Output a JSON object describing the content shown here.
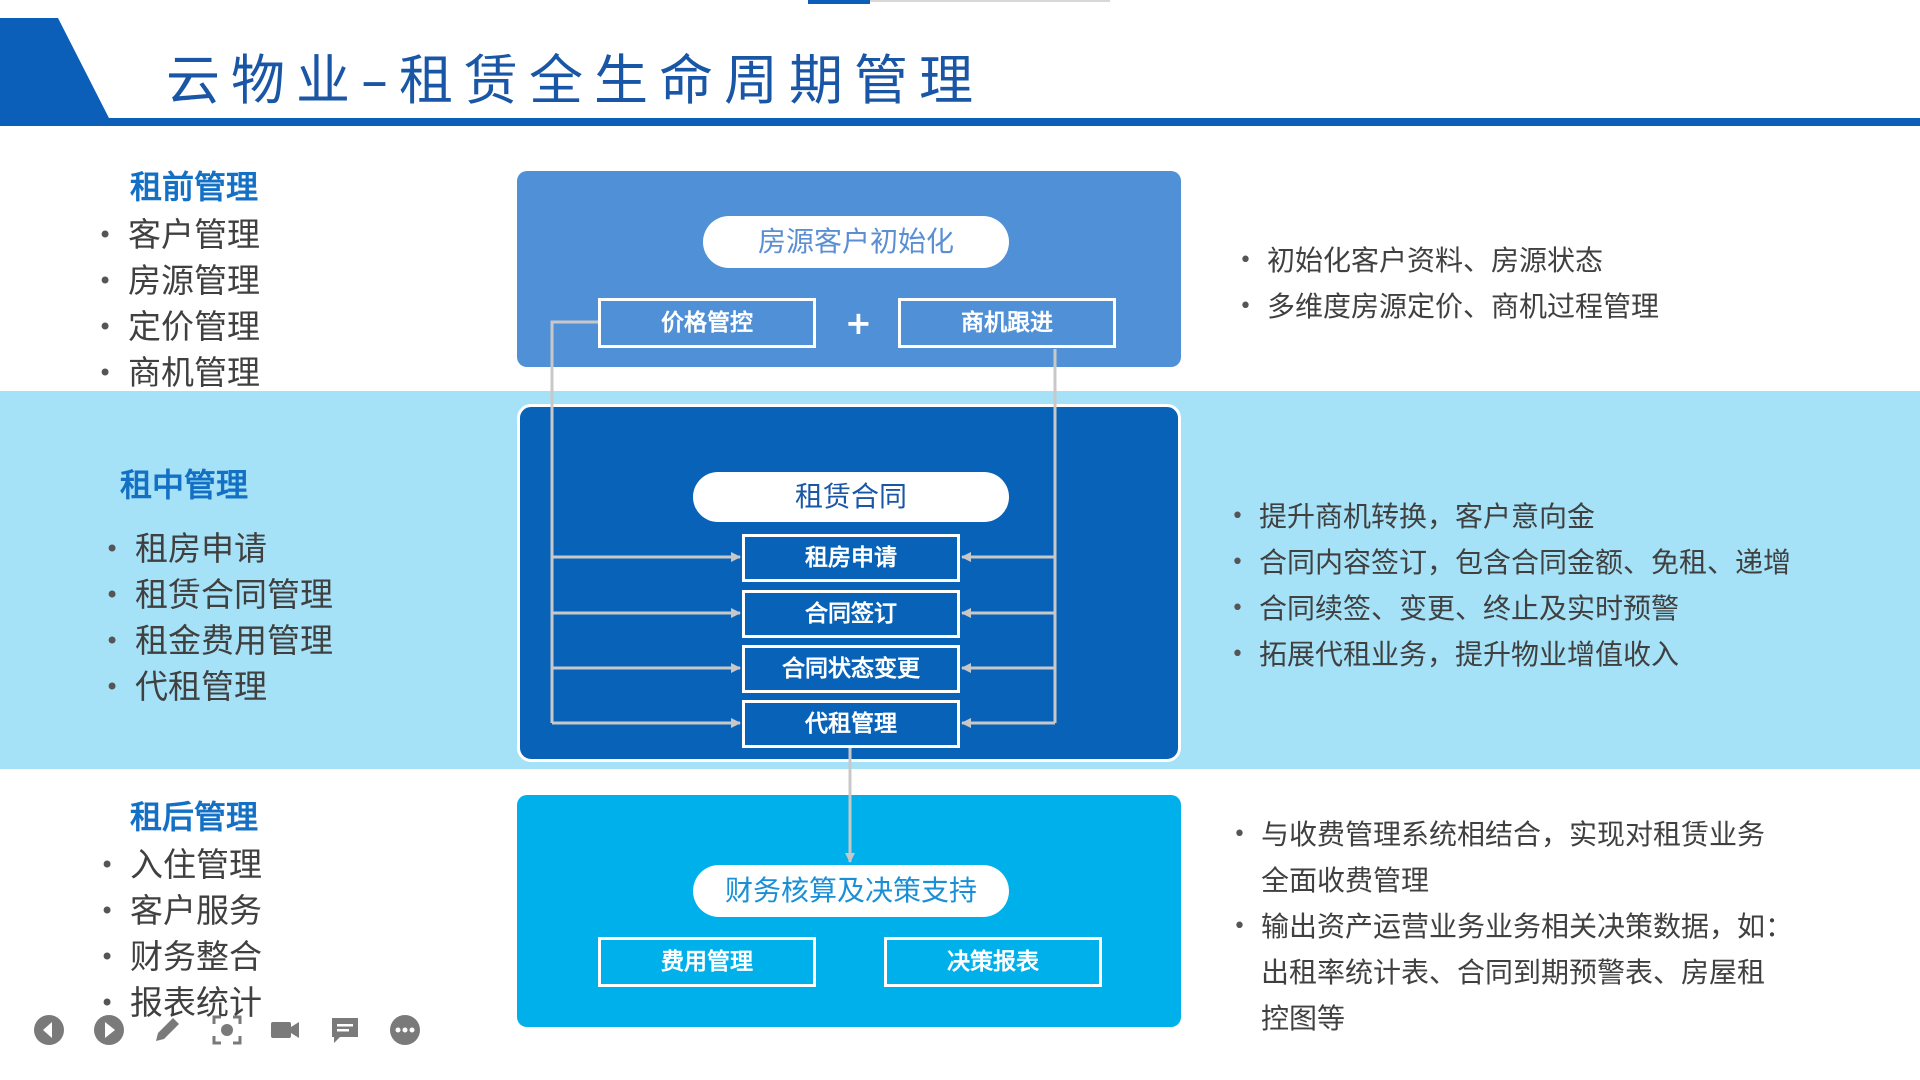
{
  "title": "云物业–租赁全生命周期管理",
  "colors": {
    "header_blue": "#0b5fb9",
    "title_text": "#1a56a6",
    "band": "#a6e2f7",
    "panel_top": "#5090d7",
    "panel_mid": "#0863b8",
    "panel_bottom": "#00b0ea",
    "section_title": "#1470c4",
    "arrow": "#c8c8c8"
  },
  "pre": {
    "title": "租前管理",
    "items": [
      "客户管理",
      "房源管理",
      "定价管理",
      "商机管理"
    ],
    "pill": "房源客户初始化",
    "box_left": "价格管控",
    "plus": "+",
    "box_right": "商机跟进",
    "notes": [
      "初始化客户资料、房源状态",
      "多维度房源定价、商机过程管理"
    ]
  },
  "mid": {
    "title": "租中管理",
    "items": [
      "租房申请",
      "租赁合同管理",
      "租金费用管理",
      "代租管理"
    ],
    "pill": "租赁合同",
    "boxes": [
      "租房申请",
      "合同签订",
      "合同状态变更",
      "代租管理"
    ],
    "notes": [
      "提升商机转换，客户意向金",
      "合同内容签订，包含合同金额、免租、递增",
      "合同续签、变更、终止及实时预警",
      "拓展代租业务，提升物业增值收入"
    ]
  },
  "post": {
    "title": "租后管理",
    "items": [
      "入住管理",
      "客户服务",
      "财务整合",
      "报表统计"
    ],
    "pill": "财务核算及决策支持",
    "box_left": "费用管理",
    "box_right": "决策报表",
    "notes_1": [
      "与收费管理系统相结合，实现对租赁业务",
      "全面收费管理"
    ],
    "notes_2": [
      "输出资产运营业务业务相关决策数据，如：",
      "出租率统计表、合同到期预警表、房屋租",
      "控图等"
    ]
  },
  "toolbar": {
    "icons": [
      "prev-icon",
      "play-icon",
      "pen-icon",
      "focus-icon",
      "camera-icon",
      "comment-icon",
      "more-icon"
    ]
  }
}
